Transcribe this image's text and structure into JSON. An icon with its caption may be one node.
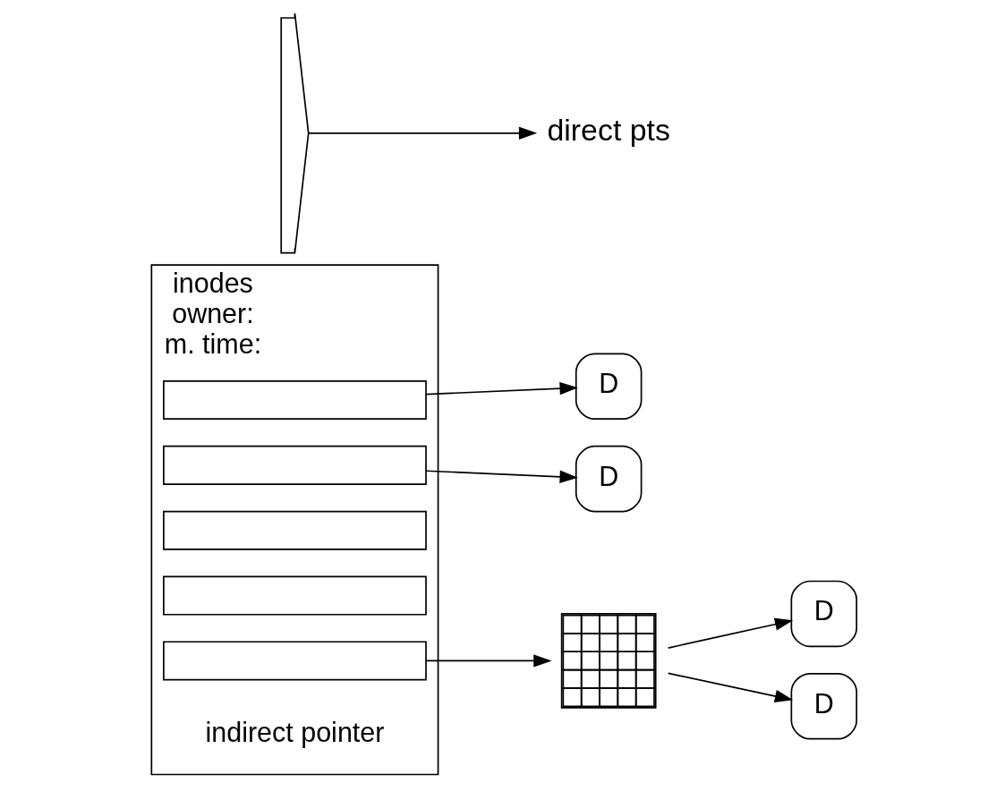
{
  "diagram": {
    "nodes": [
      {
        "text": [
          "inodes",
          "owner:",
          "m. time:"
        ]
      },
      {
        "text": [],
        "shape": "box",
        "in": 0
      },
      {
        "text": [],
        "shape": "box",
        "in": 0
      },
      {
        "text": [],
        "shape": "box",
        "in": 0
      },
      {
        "text": [],
        "shape": "box",
        "in": 0
      },
      {
        "text": [],
        "shape": "box",
        "in": 0,
        "beside": [
          "indirect pointer"
        ]
      },
      {
        "text": [
          "D"
        ]
      },
      {
        "text": [
          "D"
        ]
      },
      {
        "text": [],
        "shape": "grid"
      },
      {
        "text": [
          "D"
        ]
      },
      {
        "text": [
          "D"
        ]
      },
      {
        "text": [
          "direct pts"
        ]
      },
      {
        "text": [],
        "shape": "bracket"
      }
    ],
    "edges": [
      {
        "from": 1,
        "to": 6,
        "arrow": "to"
      },
      {
        "from": 2,
        "to": 7,
        "arrow": "to"
      },
      {
        "from": 5,
        "to": 8,
        "arrow": "to"
      },
      {
        "from": 8,
        "to": 9,
        "arrow": "to"
      },
      {
        "from": 8,
        "to": 10,
        "arrow": "to"
      },
      {
        "from": 12,
        "to": 11,
        "arrow": "to"
      }
    ]
  }
}
